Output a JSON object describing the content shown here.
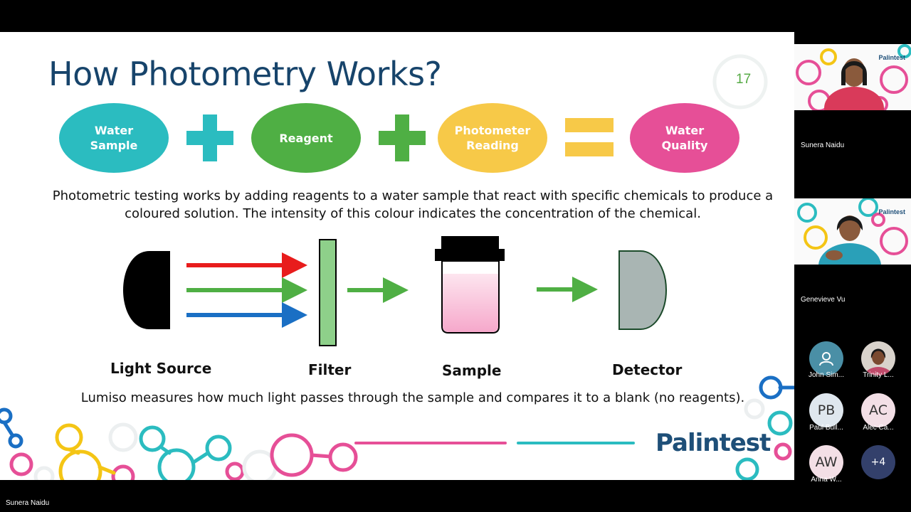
{
  "slide": {
    "title": "How Photometry Works?",
    "page_number": "17",
    "equation": [
      {
        "label_line1": "Water",
        "label_line2": "Sample",
        "color": "#2bbcc0"
      },
      {
        "label_line1": "",
        "label_line2": "Reagent",
        "color": "#4faf44"
      },
      {
        "label_line1": "Photometer",
        "label_line2": "Reading",
        "color": "#f7c948"
      },
      {
        "label_line1": "Water",
        "label_line2": "Quality",
        "color": "#e64f97"
      }
    ],
    "operators": [
      "plus-icon",
      "plus-icon",
      "equals-icon"
    ],
    "description_line1": "Photometric testing works by adding reagents to a water sample that react with specific chemicals to produce a",
    "description_line2": "coloured solution. The intensity of this colour indicates the concentration of the chemical.",
    "diagram_labels": {
      "light_source": "Light Source",
      "filter": "Filter",
      "sample": "Sample",
      "detector": "Detector"
    },
    "footnote": "Lumiso measures how much light passes through the sample and compares it to a blank (no reagents).",
    "brand": "Palintest",
    "colors": {
      "title": "#17446b",
      "red_ray": "#e81c1c",
      "green_ray": "#4faf44",
      "blue_ray": "#1a6fc4"
    }
  },
  "participants": {
    "video_tiles": [
      {
        "name": "Sunera Naidu",
        "brand": "Palintest"
      },
      {
        "name": "Genevieve Vu",
        "brand": "Palintest"
      }
    ],
    "avatars": [
      {
        "initials": "",
        "name": "John Sim...",
        "icon": "user-icon"
      },
      {
        "initials": "",
        "name": "Trinity L...",
        "icon": "photo-avatar"
      },
      {
        "initials": "PB",
        "name": "Paul Bull..."
      },
      {
        "initials": "AC",
        "name": "Alec Ca..."
      },
      {
        "initials": "AW",
        "name": "Anna W..."
      },
      {
        "initials": "+4",
        "name": ""
      }
    ]
  },
  "active_speaker": "Sunera Naidu"
}
